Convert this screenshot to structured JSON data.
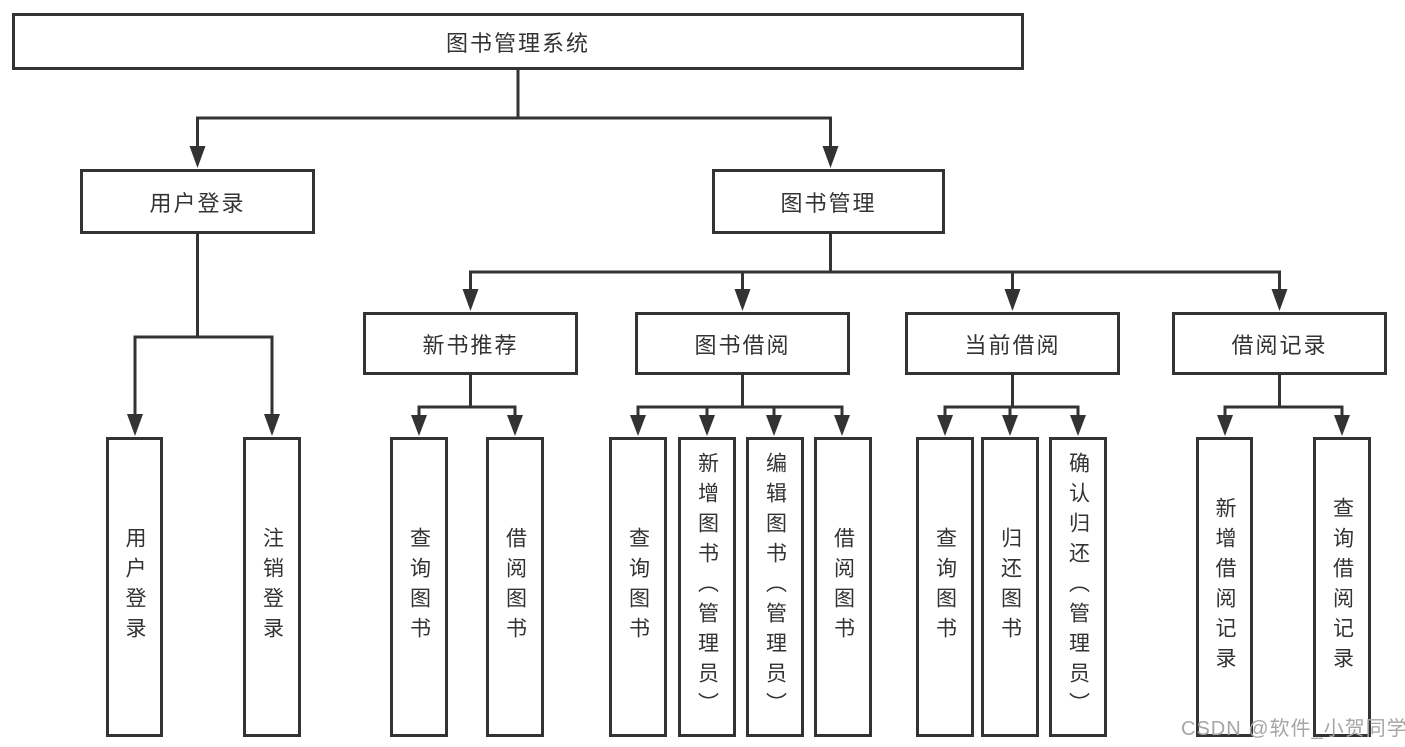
{
  "diagram_title": "图书管理系统",
  "nodes": {
    "root": {
      "label": "图书管理系统"
    },
    "level2": [
      {
        "id": "user-login",
        "label": "用户登录",
        "parent": "图书管理系统"
      },
      {
        "id": "book-management",
        "label": "图书管理",
        "parent": "图书管理系统"
      }
    ],
    "level3": [
      {
        "id": "new-book-recommendation",
        "label": "新书推荐",
        "parent": "图书管理"
      },
      {
        "id": "book-borrowing",
        "label": "图书借阅",
        "parent": "图书管理"
      },
      {
        "id": "current-borrowing",
        "label": "当前借阅",
        "parent": "图书管理"
      },
      {
        "id": "borrowing-records",
        "label": "借阅记录",
        "parent": "图书管理"
      }
    ],
    "level4": [
      {
        "id": "leaf-user-login",
        "label": "用户登录",
        "parent": "用户登录"
      },
      {
        "id": "leaf-logout-login",
        "label": "注销登录",
        "parent": "用户登录"
      },
      {
        "id": "leaf-search-books-recommend",
        "label": "查询图书",
        "parent": "新书推荐"
      },
      {
        "id": "leaf-borrow-books-recommend",
        "label": "借阅图书",
        "parent": "新书推荐"
      },
      {
        "id": "leaf-search-books-borrow",
        "label": "查询图书",
        "parent": "图书借阅"
      },
      {
        "id": "leaf-add-books-admin",
        "label": "新增图书（管理员）",
        "parent": "图书借阅"
      },
      {
        "id": "leaf-edit-books-admin",
        "label": "编辑图书（管理员）",
        "parent": "图书借阅"
      },
      {
        "id": "leaf-borrow-books",
        "label": "借阅图书",
        "parent": "图书借阅"
      },
      {
        "id": "leaf-search-books-current",
        "label": "查询图书",
        "parent": "当前借阅"
      },
      {
        "id": "leaf-return-books",
        "label": "归还图书",
        "parent": "当前借阅"
      },
      {
        "id": "leaf-confirm-return-admin",
        "label": "确认归还（管理员）",
        "parent": "当前借阅"
      },
      {
        "id": "leaf-add-borrow-record",
        "label": "新增借阅记录",
        "parent": "借阅记录"
      },
      {
        "id": "leaf-search-borrow-record",
        "label": "查询借阅记录",
        "parent": "借阅记录"
      }
    ]
  },
  "watermark": {
    "text": "CSDN @软件_小贺同学"
  },
  "colors": {
    "line": "#333333",
    "box_border": "#333333",
    "box_background": "#ffffff",
    "text": "#333333",
    "watermark": "#a6a6a6",
    "background": "#ffffff"
  }
}
